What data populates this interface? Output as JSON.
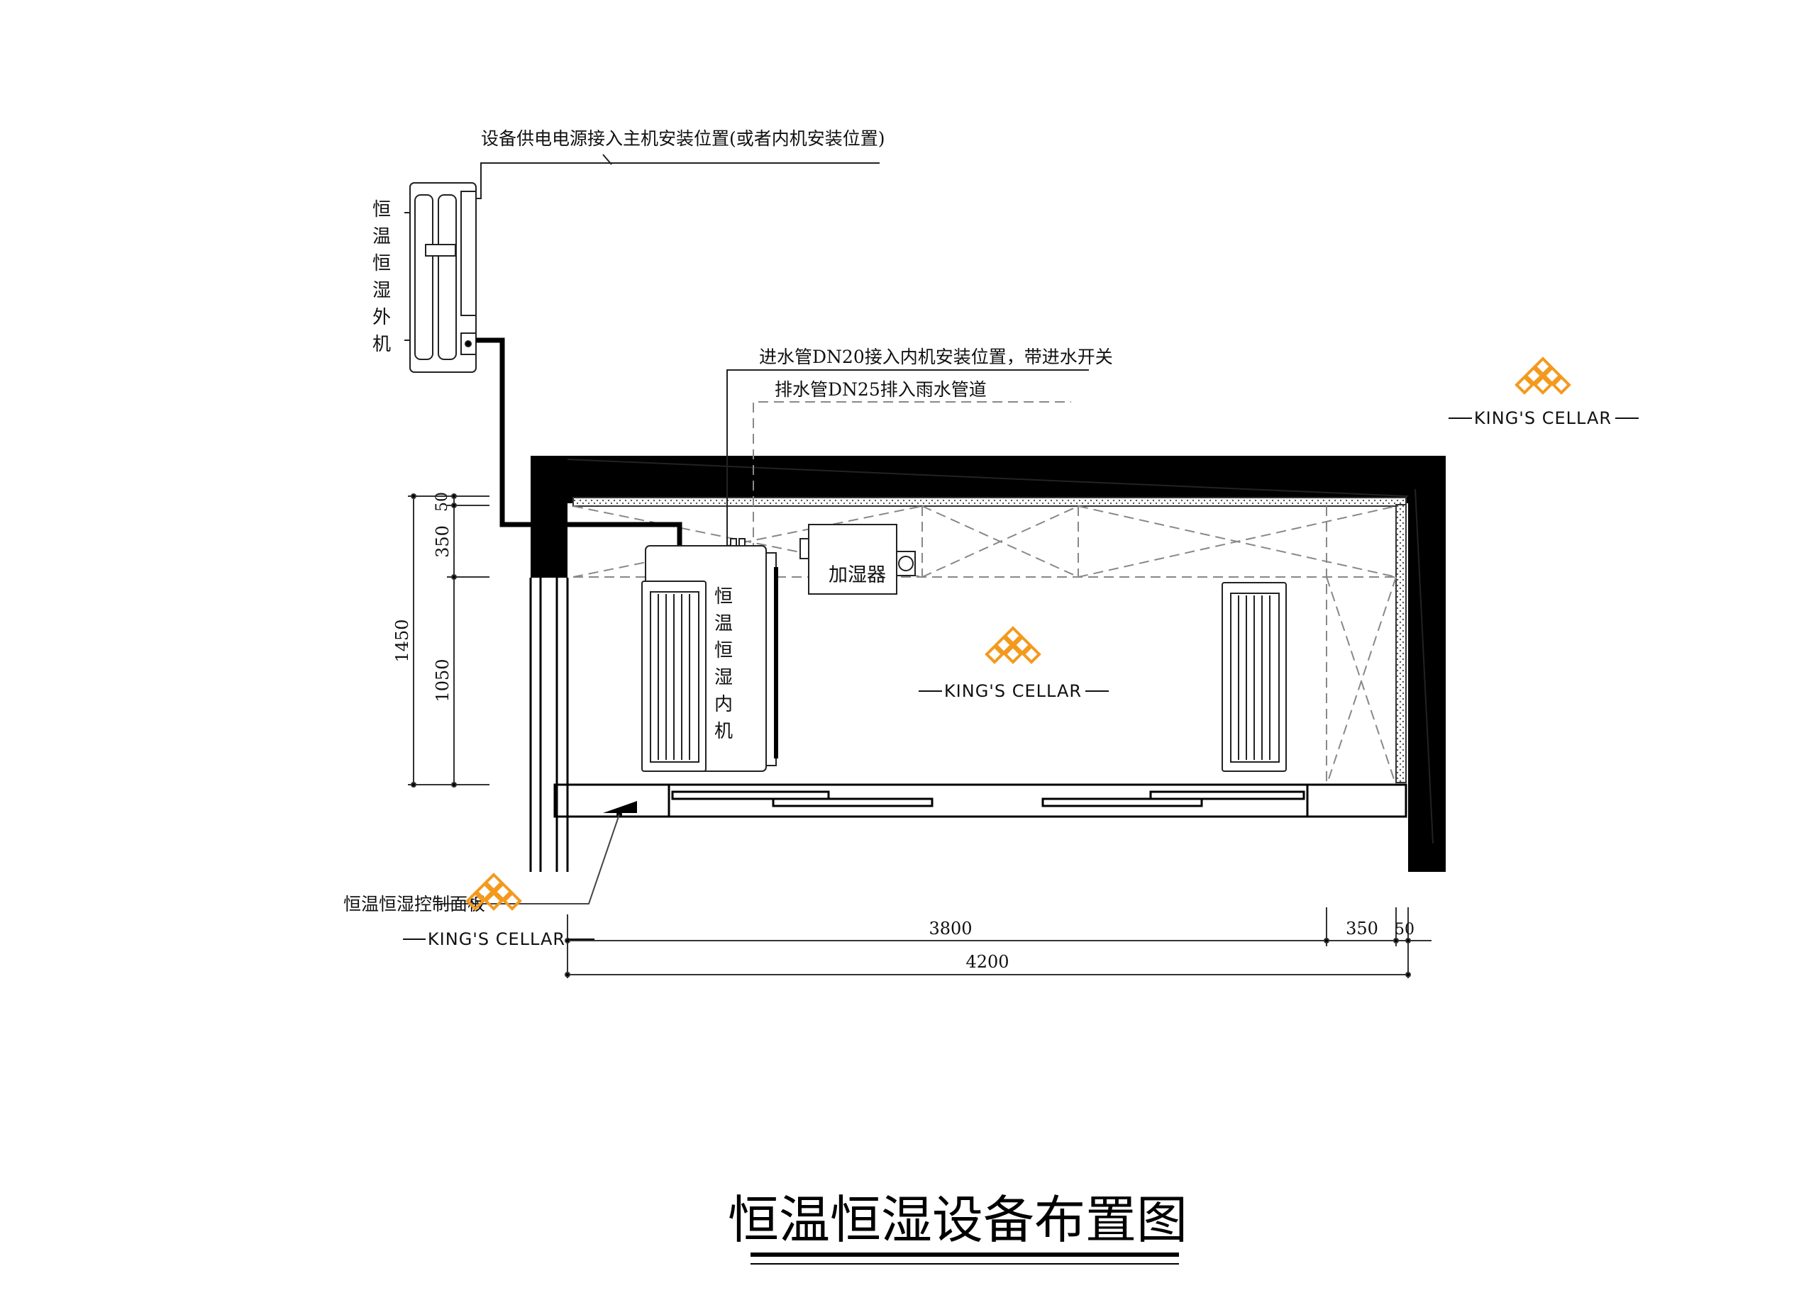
{
  "title": "恒温恒湿设备布置图",
  "brand": {
    "name": "KING'S CELLAR",
    "color": "#F39A1E",
    "icon": "diamond-lattice-logo"
  },
  "labels": {
    "power_supply": "设备供电电源接入主机安装位置(或者内机安装位置)",
    "outdoor_unit": "恒温恒湿外机",
    "water_inlet": "进水管DN20接入内机安装位置，带进水开关",
    "water_drain": "排水管DN25排入雨水管道",
    "humidifier": "加湿器",
    "indoor_unit": "恒温恒湿内机",
    "control_panel": "恒温恒湿控制面板"
  },
  "dimensions": {
    "vertical": {
      "total": "1450",
      "segments": [
        "50",
        "350",
        "1050"
      ]
    },
    "horizontal": {
      "total": "4200",
      "segments": [
        "3800",
        "350",
        "50"
      ]
    }
  }
}
